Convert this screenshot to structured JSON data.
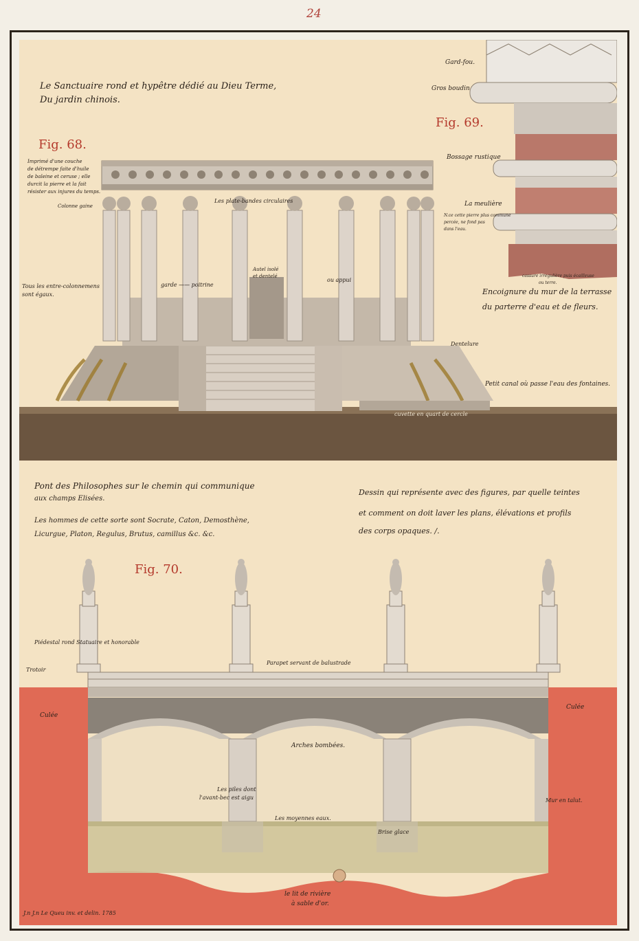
{
  "page_number": "24",
  "top": {
    "title_line1": "Le Sanctuaire rond et hypêtre dédié au Dieu Terme,",
    "title_line2": "Du jardin chinois.",
    "fig68": "Fig. 68.",
    "fig69": "Fig. 69.",
    "note_left": [
      "Imprimé d'une couche",
      "de détrempe faite d'huile",
      "de baleine et ceruse ; elle",
      "durcit la pierre et la fait",
      "résister aux injures du temps."
    ],
    "colonne_label": "Colonne gaine",
    "plate_label": "Les     plate-bandes    circulaires",
    "entre_label": [
      "Tous les entre-colonnemens",
      "sont égaux."
    ],
    "garde_label": "garde —— poitrine",
    "autel_label": [
      "Autel isolé",
      "et dentelé"
    ],
    "ou_appui": "ou      appui",
    "dentelure": "Dentelure",
    "petit_canal": "Petit canal où passe l'eau des fontaines.",
    "cuvette": "cuvette   en  quart   de  cercle",
    "gard_fou": "Gard-fou.",
    "gros_boudin": "Gros boudin",
    "bossage": "Bossage rustique",
    "meuliere": "La meulière",
    "meuliere_note": [
      "N.ce cette pierre plus commune",
      "percée, ne fond pas",
      "dans l'eau."
    ],
    "cassure": [
      "cassure irregulière puis écailleuse",
      "ou terre."
    ],
    "encoignure_line1": "Encoignure du mur de la terrasse",
    "encoignure_line2": "du parterre d'eau et de fleurs."
  },
  "bottom": {
    "title_line1": "Pont des Philosophes sur le chemin qui communique",
    "title_line2": "aux champs Elisées.",
    "men_line1": "Les hommes de cette sorte sont Socrate, Caton, Demosthène,",
    "men_line2": "Licurgue, Platon, Regulus, Brutus, camillus &c. &c.",
    "dessin_line1": "Dessin qui représente avec des figures, par quelle teintes",
    "dessin_line2": "et comment on doit laver les plans, élévations et profils",
    "dessin_line3": "des corps opaques. /.",
    "fig70": "Fig. 70.",
    "piedestal": "Piédestal rond    Statuaire et honorable",
    "trotoir": "Trotoir",
    "parapet": "Parapet servant de balustrade",
    "culee": "Culée",
    "arches": "Arches bombées.",
    "piles_line1": "Les       piles dont",
    "piles_line2": "l'avant-bec     est aigu",
    "moyennes": "Les moyennes eaux.",
    "brise_glace": "Brise glace",
    "mur_talut": "Mur en talut.",
    "lit_line1": "le lit de rivière",
    "lit_line2": "à sable d'or.",
    "signature": "J.n J.n Le Queu inv. et delin. 1785"
  },
  "colors": {
    "paper": "#f4e3c4",
    "stone": "#d8d0c6",
    "shadow": "#9a8f84",
    "ground": "#6b5540",
    "red_earth": "#e06a55",
    "water": "#cfc49a",
    "fig_red": "#b43a2c"
  }
}
